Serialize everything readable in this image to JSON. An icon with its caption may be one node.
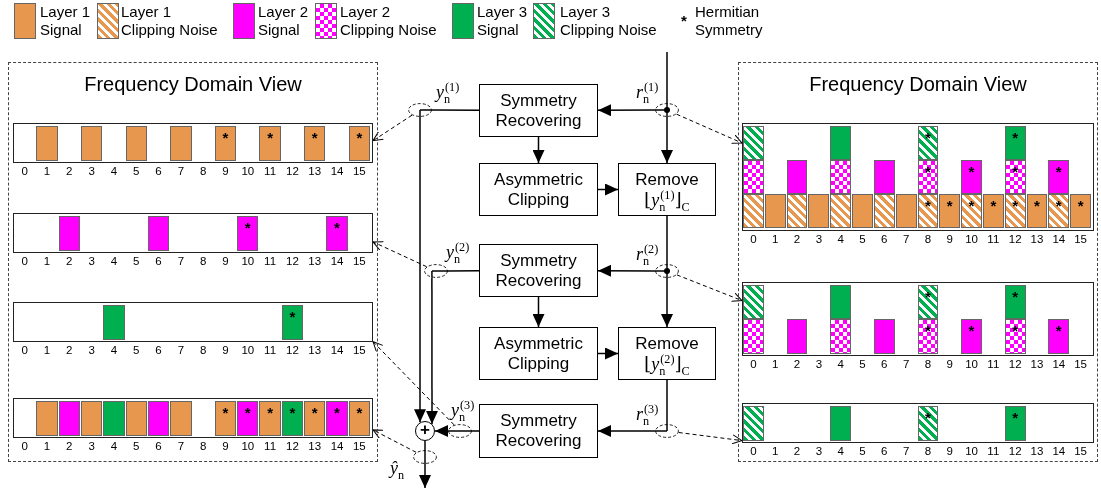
{
  "diagram": {
    "nodes": [
      {
        "text": [
          "Frequency Domain View"
        ]
      },
      {
        "text": [],
        "shape": "box",
        "in": 0,
        "beside": [
          "0",
          "1",
          "2",
          "3",
          "4",
          "5",
          "6",
          "7",
          "8",
          "9",
          "10",
          "11",
          "12",
          "13",
          "14",
          "15"
        ]
      },
      {
        "text": [],
        "shape": "box",
        "in": 0,
        "beside": [
          "0",
          "1",
          "2",
          "3",
          "4",
          "5",
          "6",
          "7",
          "8",
          "9",
          "10",
          "11",
          "12",
          "13",
          "14",
          "15"
        ]
      },
      {
        "text": [],
        "shape": "box",
        "in": 0,
        "beside": [
          "0",
          "1",
          "2",
          "3",
          "4",
          "5",
          "6",
          "7",
          "8",
          "9",
          "10",
          "11",
          "12",
          "13",
          "14",
          "15"
        ]
      },
      {
        "text": [],
        "shape": "box",
        "in": 0,
        "beside": [
          "0",
          "1",
          "2",
          "3",
          "4",
          "5",
          "6",
          "7",
          "8",
          "9",
          "10",
          "11",
          "12",
          "13",
          "14",
          "15"
        ]
      },
      {
        "text": [
          "Symmetry Recovering"
        ]
      },
      {
        "text": [
          "Asymmetric Clipping"
        ]
      },
      {
        "text": [
          "Remove",
          "⌊*y*$_{n}$$^{(1)}$⌋$_{C}$"
        ]
      },
      {
        "text": [
          "Symmetry Recovering"
        ]
      },
      {
        "text": [
          "Asymmetric Clipping"
        ]
      },
      {
        "text": [
          "Remove",
          "⌊*y*$_{n}$$^{(2)}$⌋$_{C}$"
        ]
      },
      {
        "text": [
          "Symmetry Recovering"
        ]
      },
      {
        "text": [
          "+"
        ]
      },
      {
        "text": [
          "Frequency Domain View"
        ]
      },
      {
        "text": [],
        "shape": "box",
        "in": 13,
        "beside": [
          "0",
          "1",
          "2",
          "3",
          "4",
          "5",
          "6",
          "7",
          "8",
          "9",
          "10",
          "11",
          "12",
          "13",
          "14",
          "15"
        ]
      },
      {
        "text": [],
        "shape": "box",
        "in": 13,
        "beside": [
          "0",
          "1",
          "2",
          "3",
          "4",
          "5",
          "6",
          "7",
          "8",
          "9",
          "10",
          "11",
          "12",
          "13",
          "14",
          "15"
        ]
      },
      {
        "text": [],
        "shape": "box",
        "in": 13,
        "beside": [
          "0",
          "1",
          "2",
          "3",
          "4",
          "5",
          "6",
          "7",
          "8",
          "9",
          "10",
          "11",
          "12",
          "13",
          "14",
          "15"
        ]
      },
      {
        "text": [],
        "shape": "ellipse",
        "beside": [
          "*y*$_{n}$$^{(1)}$"
        ]
      },
      {
        "text": [],
        "shape": "ellipse",
        "beside": [
          "*r*$_{n}$$^{(1)}$"
        ]
      },
      {
        "text": [],
        "shape": "ellipse",
        "beside": [
          "*y*$_{n}$$^{(2)}$"
        ]
      },
      {
        "text": [],
        "shape": "ellipse",
        "beside": [
          "*r*$_{n}$$^{(2)}$"
        ]
      },
      {
        "text": [],
        "shape": "ellipse",
        "beside": [
          "*y*$_{n}$$^{(3)}$"
        ]
      },
      {
        "text": [],
        "shape": "ellipse",
        "beside": [
          "*r*$_{n}$$^{(3)}$"
        ]
      },
      {
        "text": [],
        "shape": "ellipse",
        "beside": [
          "*ŷ*$_{n}$"
        ]
      },
      {
        "text": [],
        "shape": "bar",
        "in": 1
      },
      {
        "text": [],
        "shape": "bar",
        "in": 1
      },
      {
        "text": [],
        "shape": "bar",
        "in": 1
      },
      {
        "text": [],
        "shape": "bar",
        "in": 1
      },
      {
        "text": [
          "*"
        ],
        "in": 1
      },
      {
        "text": [
          "*"
        ],
        "in": 1
      },
      {
        "text": [
          "*"
        ],
        "in": 1
      },
      {
        "text": [
          "*"
        ],
        "in": 1
      },
      {
        "text": [],
        "shape": "bar",
        "in": 2
      },
      {
        "text": [],
        "shape": "bar",
        "in": 2
      },
      {
        "text": [
          "*"
        ],
        "in": 2
      },
      {
        "text": [
          "*"
        ],
        "in": 2
      },
      {
        "text": [],
        "shape": "bar",
        "in": 3
      },
      {
        "text": [
          "*"
        ],
        "in": 3
      },
      {
        "text": [],
        "shape": "bar",
        "in": 4
      },
      {
        "text": [],
        "shape": "bar",
        "in": 4
      },
      {
        "text": [],
        "shape": "bar",
        "in": 4
      },
      {
        "text": [],
        "shape": "bar",
        "in": 4
      },
      {
        "text": [],
        "shape": "bar",
        "in": 4
      },
      {
        "text": [],
        "shape": "bar",
        "in": 4
      },
      {
        "text": [],
        "shape": "bar",
        "in": 4
      },
      {
        "text": [
          "*"
        ],
        "in": 4
      },
      {
        "text": [
          "*"
        ],
        "in": 4
      },
      {
        "text": [
          "*"
        ],
        "in": 4
      },
      {
        "text": [
          "*"
        ],
        "in": 4
      },
      {
        "text": [
          "*"
        ],
        "in": 4
      },
      {
        "text": [
          "*"
        ],
        "in": 4
      },
      {
        "text": [
          "*"
        ],
        "in": 4
      },
      {
        "text": [],
        "shape": "bar",
        "in": 14
      },
      {
        "text": [],
        "shape": "bar",
        "in": 14
      },
      {
        "text": [],
        "shape": "bar",
        "in": 14
      },
      {
        "text": [],
        "shape": "bar",
        "in": 14
      },
      {
        "text": [],
        "shape": "bar",
        "in": 14
      },
      {
        "text": [],
        "shape": "bar",
        "in": 14
      },
      {
        "text": [],
        "shape": "bar",
        "in": 14
      },
      {
        "text": [],
        "shape": "bar",
        "in": 14
      },
      {
        "text": [
          "*"
        ],
        "in": 14
      },
      {
        "text": [
          "*"
        ],
        "in": 14
      },
      {
        "text": [
          "*"
        ],
        "in": 14
      },
      {
        "text": [
          "*"
        ],
        "in": 14
      },
      {
        "text": [
          "*"
        ],
        "in": 14
      },
      {
        "text": [
          "*"
        ],
        "in": 14
      },
      {
        "text": [
          "*"
        ],
        "in": 14
      },
      {
        "text": [
          "*"
        ],
        "in": 14
      },
      {
        "text": [],
        "shape": "bar",
        "in": 14
      },
      {
        "text": [],
        "shape": "bar",
        "in": 14
      },
      {
        "text": [],
        "shape": "bar",
        "in": 14
      },
      {
        "text": [],
        "shape": "bar",
        "in": 14
      },
      {
        "text": [
          "*"
        ],
        "in": 14
      },
      {
        "text": [
          "*"
        ],
        "in": 14
      },
      {
        "text": [
          "*"
        ],
        "in": 14
      },
      {
        "text": [
          "*"
        ],
        "in": 14
      },
      {
        "text": [],
        "shape": "bar",
        "in": 14
      },
      {
        "text": [],
        "shape": "bar",
        "in": 14
      },
      {
        "text": [
          "*"
        ],
        "in": 14
      },
      {
        "text": [
          "*"
        ],
        "in": 14
      },
      {
        "text": [],
        "shape": "bar",
        "in": 15
      },
      {
        "text": [],
        "shape": "bar",
        "in": 15
      },
      {
        "text": [],
        "shape": "bar",
        "in": 15
      },
      {
        "text": [],
        "shape": "bar",
        "in": 15
      },
      {
        "text": [
          "*"
        ],
        "in": 15
      },
      {
        "text": [
          "*"
        ],
        "in": 15
      },
      {
        "text": [
          "*"
        ],
        "in": 15
      },
      {
        "text": [
          "*"
        ],
        "in": 15
      },
      {
        "text": [],
        "shape": "bar",
        "in": 15
      },
      {
        "text": [],
        "shape": "bar",
        "in": 15
      },
      {
        "text": [
          "*"
        ],
        "in": 15
      },
      {
        "text": [
          "*"
        ],
        "in": 15
      },
      {
        "text": [],
        "shape": "bar",
        "in": 16
      },
      {
        "text": [],
        "shape": "bar",
        "in": 16
      },
      {
        "text": [
          "*"
        ],
        "in": 16
      },
      {
        "text": [
          "*"
        ],
        "in": 16
      }
    ],
    "edges": [
      {
        "from": null,
        "to": 18,
        "arrow": "none"
      },
      {
        "from": 18,
        "to": 5,
        "arrow": "to"
      },
      {
        "from": 18,
        "to": 7,
        "arrow": "to"
      },
      {
        "from": 5,
        "to": 6,
        "arrow": "to"
      },
      {
        "from": 6,
        "to": 7,
        "arrow": "to"
      },
      {
        "from": 5,
        "to": 17,
        "arrow": "none"
      },
      {
        "from": 17,
        "to": 12,
        "arrow": "to"
      },
      {
        "from": 7,
        "to": 20,
        "arrow": "none"
      },
      {
        "from": 20,
        "to": 8,
        "arrow": "to"
      },
      {
        "from": 20,
        "to": 10,
        "arrow": "to"
      },
      {
        "from": 8,
        "to": 9,
        "arrow": "to"
      },
      {
        "from": 9,
        "to": 10,
        "arrow": "to"
      },
      {
        "from": 8,
        "to": 19,
        "arrow": "none"
      },
      {
        "from": 19,
        "to": 12,
        "arrow": "to"
      },
      {
        "from": 10,
        "to": 22,
        "arrow": "none"
      },
      {
        "from": 22,
        "to": 11,
        "arrow": "to"
      },
      {
        "from": 11,
        "to": 21,
        "arrow": "none"
      },
      {
        "from": 21,
        "to": 12,
        "arrow": "to"
      },
      {
        "from": 12,
        "to": 23,
        "arrow": "none"
      },
      {
        "from": 23,
        "to": null,
        "arrow": "to"
      },
      {
        "from": 17,
        "to": 1,
        "arrow": "to",
        "style": "dashed"
      },
      {
        "from": 19,
        "to": 2,
        "arrow": "to",
        "style": "dashed"
      },
      {
        "from": 21,
        "to": 3,
        "arrow": "to",
        "style": "dashed"
      },
      {
        "from": 23,
        "to": 4,
        "arrow": "to",
        "style": "dashed"
      },
      {
        "from": 18,
        "to": 14,
        "arrow": "to",
        "style": "dashed"
      },
      {
        "from": 20,
        "to": 15,
        "arrow": "to",
        "style": "dashed"
      },
      {
        "from": 22,
        "to": 16,
        "arrow": "to",
        "style": "dashed"
      }
    ],
    "labels": [
      "*"
    ],
    "legend": [
      {
        "text": "Layer 1 Signal",
        "color": "#e8974f"
      },
      {
        "text": "Layer 1 Clipping Noise",
        "color": "#e8974f"
      },
      {
        "text": "Layer 2 Signal",
        "color": "#ff00ff"
      },
      {
        "text": "Layer 2 Clipping Noise",
        "color": "#ff00ff"
      },
      {
        "text": "Layer 3 Signal",
        "color": "#00b050"
      },
      {
        "text": "Layer 3 Clipping Noise",
        "color": "#00b050"
      },
      {
        "text": "Hermitian Symmetry"
      }
    ]
  }
}
